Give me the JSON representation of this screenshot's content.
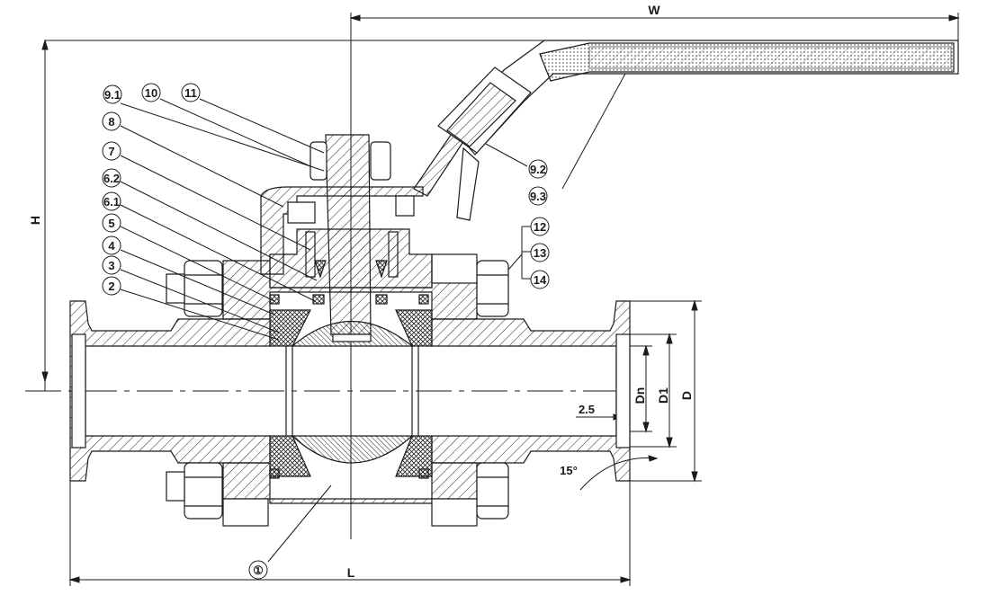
{
  "dimensions": {
    "W": "W",
    "H": "H",
    "L": "L",
    "Dn": "Dn",
    "D1": "D1",
    "D": "D",
    "chamfer": "2.5",
    "angle": "15°"
  },
  "callouts": {
    "p9_1": "9.1",
    "p10": "10",
    "p11": "11",
    "p8": "8",
    "p7": "7",
    "p6_2": "6.2",
    "p6_1": "6.1",
    "p5": "5",
    "p4": "4",
    "p3": "3",
    "p2": "2",
    "p9_2": "9.2",
    "p9_3": "9.3",
    "p12": "12",
    "p13": "13",
    "p14": "14",
    "p1": "①"
  },
  "colors": {
    "line": "#1a1a1a",
    "background": "#ffffff"
  }
}
